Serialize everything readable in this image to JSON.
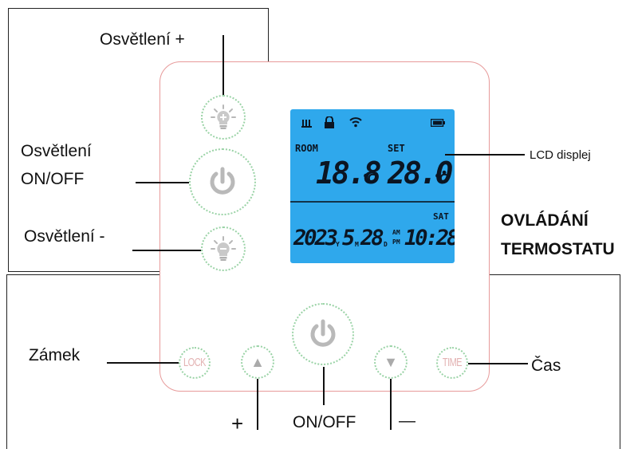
{
  "labels": {
    "light_plus": "Osvětlení +",
    "light_onoff_line1": "Osvětlení",
    "light_onoff_line2": "ON/OFF",
    "light_minus": "Osvětlení -",
    "lcd_display": "LCD displej",
    "title_line1": "OVLÁDÁNÍ",
    "title_line2": "TERMOSTATU",
    "lock": "Zámek",
    "time": "Čas",
    "plus": "+",
    "onoff": "ON/OFF",
    "minus": "—"
  },
  "device": {
    "lock_btn": "LOCK",
    "time_btn": "TIME",
    "up_arrow": "▲",
    "down_arrow": "▼"
  },
  "lcd": {
    "room_label": "ROOM",
    "set_label": "SET",
    "room_temp": "18.8",
    "set_temp": "28.0",
    "temp_unit": "℃",
    "day": "SAT",
    "year": "2023",
    "year_suffix": "Y",
    "month": "5",
    "month_suffix": "M",
    "date": "28",
    "date_suffix": "D",
    "am": "AM",
    "pm": "PM",
    "time": "10:28"
  },
  "icons": [
    "bulb-plus-icon",
    "power-icon",
    "bulb-minus-icon",
    "heating-icon",
    "lock-icon",
    "wifi-icon",
    "battery-icon",
    "up-arrow-icon",
    "down-arrow-icon"
  ],
  "colors": {
    "lcd_bg": "#2fa8ec",
    "panel_border": "#e79a9a",
    "ring": "#9ad3a6",
    "icon_grey": "#bdbdbd"
  }
}
